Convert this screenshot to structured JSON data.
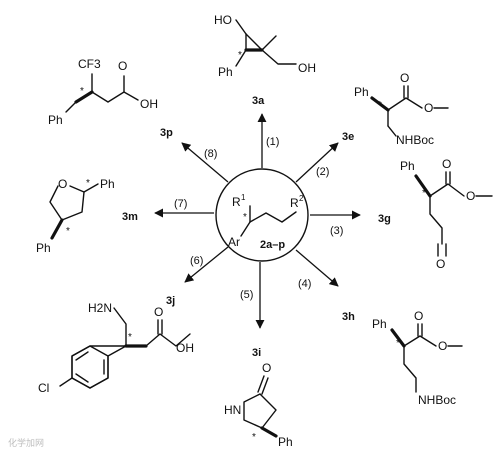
{
  "center": {
    "r1": "R",
    "r1_sup": "1",
    "r2": "R",
    "r2_sup": "2",
    "ar": "Ar",
    "star": "*",
    "id": "2a–p"
  },
  "routes": [
    {
      "key": "a",
      "step": "(1)",
      "product": "3a"
    },
    {
      "key": "e",
      "step": "(2)",
      "product": "3e"
    },
    {
      "key": "g",
      "step": "(3)",
      "product": "3g"
    },
    {
      "key": "h",
      "step": "(4)",
      "product": "3h"
    },
    {
      "key": "i",
      "step": "(5)",
      "product": "3i"
    },
    {
      "key": "j",
      "step": "(6)",
      "product": "3j"
    },
    {
      "key": "m",
      "step": "(7)",
      "product": "3m"
    },
    {
      "key": "p",
      "step": "(8)",
      "product": "3p"
    }
  ],
  "labels": {
    "star": "*",
    "ph": "Ph",
    "ho": "HO",
    "oh": "OH",
    "o": "O",
    "cf3": "CF3",
    "nhboc": "NHBoc",
    "h2n": "H2N",
    "hn": "HN",
    "cl": "Cl"
  },
  "watermark": "化学加网"
}
